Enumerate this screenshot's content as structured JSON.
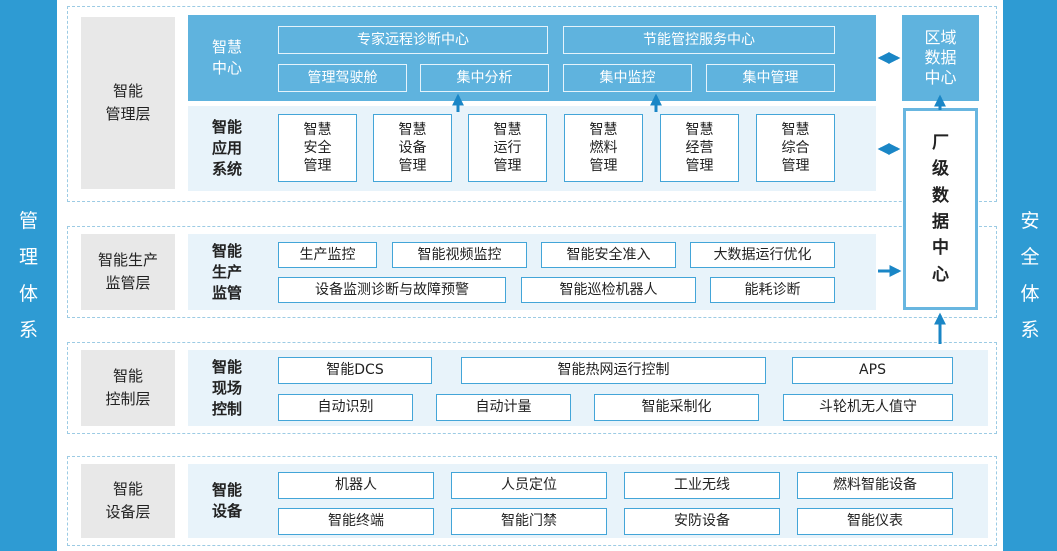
{
  "sidebars": {
    "left": [
      "管",
      "理",
      "体",
      "系"
    ],
    "right": [
      "安",
      "全",
      "体",
      "系"
    ]
  },
  "layers": {
    "management": {
      "name": "智能\n管理层",
      "center": {
        "label": "智慧\n中心",
        "top_row": [
          "专家远程诊断中心",
          "节能管控服务中心"
        ],
        "bottom_row": [
          "管理驾驶舱",
          "集中分析",
          "集中监控",
          "集中管理"
        ]
      },
      "apps": {
        "label": "智能\n应用\n系统",
        "items": [
          "智慧\n安全\n管理",
          "智慧\n设备\n管理",
          "智慧\n运行\n管理",
          "智慧\n燃料\n管理",
          "智慧\n经营\n管理",
          "智慧\n综合\n管理"
        ]
      }
    },
    "production": {
      "name": "智能生产\n监管层",
      "label": "智能\n生产\n监管",
      "row1": [
        "生产监控",
        "智能视频监控",
        "智能安全准入",
        "大数据运行优化"
      ],
      "row2": [
        "设备监测诊断与故障预警",
        "智能巡检机器人",
        "能耗诊断"
      ]
    },
    "control": {
      "name": "智能\n控制层",
      "label": "智能\n现场\n控制",
      "row1": [
        "智能DCS",
        "智能热网运行控制",
        "APS"
      ],
      "row2": [
        "自动识别",
        "自动计量",
        "智能采制化",
        "斗轮机无人值守"
      ]
    },
    "device": {
      "name": "智能\n设备层",
      "label": "智能\n设备",
      "row1": [
        "机器人",
        "人员定位",
        "工业无线",
        "燃料智能设备"
      ],
      "row2": [
        "智能终端",
        "智能门禁",
        "安防设备",
        "智能仪表"
      ]
    }
  },
  "data_centers": {
    "regional": "区域\n数据\n中心",
    "plant": [
      "厂",
      "级",
      "数",
      "据",
      "中",
      "心"
    ]
  },
  "colors": {
    "sidebar": "#2e9bd3",
    "top_band": "#5fb3de",
    "panel": "#e8f3fa",
    "box_border": "#43a5d8",
    "arrow": "#1a86c6",
    "layer_name_bg": "#e8e8e8"
  }
}
